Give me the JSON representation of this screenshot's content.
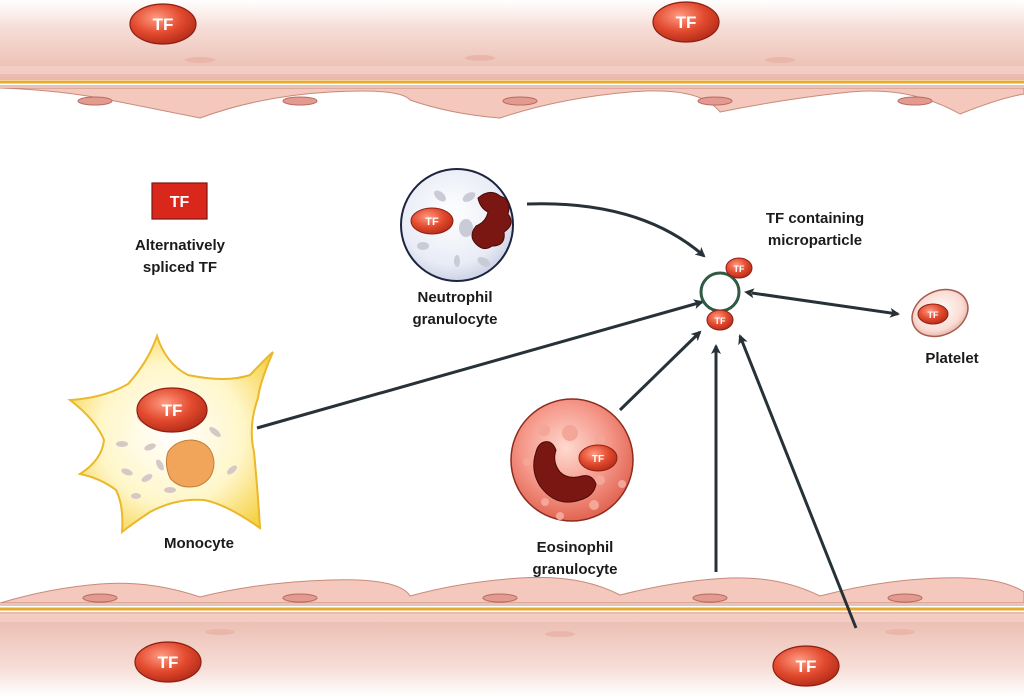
{
  "labels": {
    "tf": "TF",
    "alt_spliced_line1": "Alternatively",
    "alt_spliced_line2": "spliced TF",
    "neutrophil_line1": "Neutrophil",
    "neutrophil_line2": "granulocyte",
    "microparticle_line1": "TF containing",
    "microparticle_line2": "microparticle",
    "platelet": "Platelet",
    "monocyte": "Monocyte",
    "eosinophil_line1": "Eosinophil",
    "eosinophil_line2": "granulocyte"
  },
  "colors": {
    "tf_fill": "#d83a22",
    "tf_dark": "#a82414",
    "vessel_pink": "#f2cfc6",
    "vessel_line": "#e9a92e",
    "arrow": "#263238",
    "monocyte_fill": "#fff3b8",
    "monocyte_edge": "#f2c12a",
    "neutrophil_nucleus": "#7a1712",
    "eosinophil_fill": "#f07f70"
  }
}
